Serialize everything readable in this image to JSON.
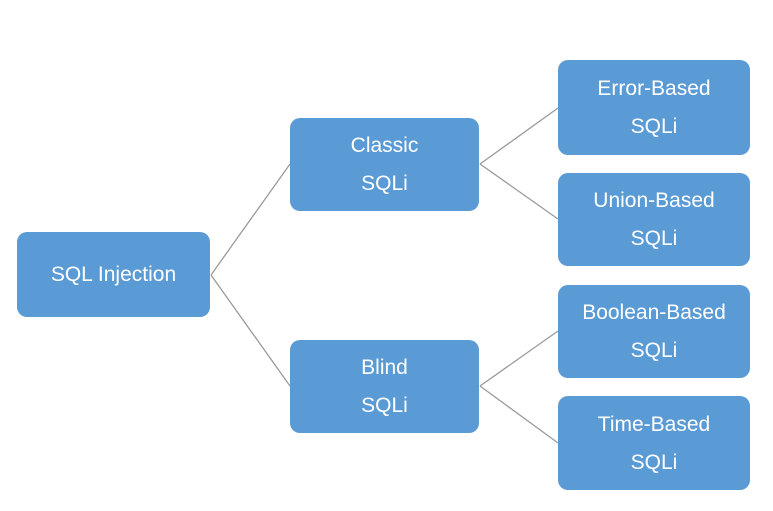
{
  "diagram": {
    "title": "SQL Injection",
    "type": "tree",
    "orientation": "left-to-right",
    "colors": {
      "node_fill": "#5b9bd5",
      "node_text": "#ffffff",
      "edge_stroke": "#9a9a9a",
      "background": "#ffffff"
    },
    "nodes": {
      "root": {
        "id": "sql-injection",
        "line1": "SQL Injection",
        "line2": ""
      },
      "classic": {
        "id": "classic-sqli",
        "line1": "Classic",
        "line2": "SQLi"
      },
      "blind": {
        "id": "blind-sqli",
        "line1": "Blind",
        "line2": "SQLi"
      },
      "error": {
        "id": "error-based-sqli",
        "line1": "Error-Based",
        "line2": "SQLi"
      },
      "union": {
        "id": "union-based-sqli",
        "line1": "Union-Based",
        "line2": "SQLi"
      },
      "boolean": {
        "id": "boolean-based-sqli",
        "line1": "Boolean-Based",
        "line2": "SQLi"
      },
      "time": {
        "id": "time-based-sqli",
        "line1": "Time-Based",
        "line2": "SQLi"
      }
    },
    "edges": [
      {
        "from": "sql-injection",
        "to": "classic-sqli"
      },
      {
        "from": "sql-injection",
        "to": "blind-sqli"
      },
      {
        "from": "classic-sqli",
        "to": "error-based-sqli"
      },
      {
        "from": "classic-sqli",
        "to": "union-based-sqli"
      },
      {
        "from": "blind-sqli",
        "to": "boolean-based-sqli"
      },
      {
        "from": "blind-sqli",
        "to": "time-based-sqli"
      }
    ]
  }
}
